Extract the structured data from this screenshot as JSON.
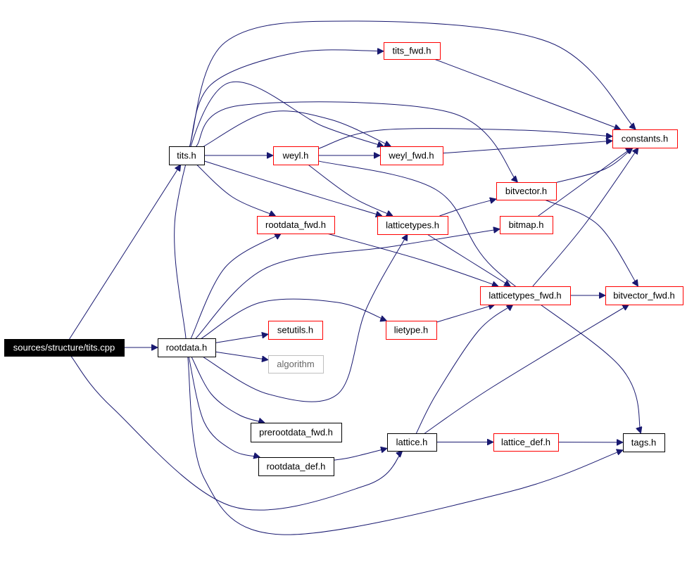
{
  "graph": {
    "nodes": {
      "tits_cpp": {
        "label": "sources/structure/tits.cpp",
        "style": "root"
      },
      "tits_h": {
        "label": "tits.h",
        "style": "black"
      },
      "rootdata_h": {
        "label": "rootdata.h",
        "style": "black"
      },
      "tits_fwd_h": {
        "label": "tits_fwd.h",
        "style": "red"
      },
      "weyl_h": {
        "label": "weyl.h",
        "style": "red"
      },
      "weyl_fwd_h": {
        "label": "weyl_fwd.h",
        "style": "red"
      },
      "constants_h": {
        "label": "constants.h",
        "style": "red"
      },
      "bitvector_h": {
        "label": "bitvector.h",
        "style": "red"
      },
      "rootdata_fwd_h": {
        "label": "rootdata_fwd.h",
        "style": "red"
      },
      "latticetypes_h": {
        "label": "latticetypes.h",
        "style": "red"
      },
      "bitmap_h": {
        "label": "bitmap.h",
        "style": "red"
      },
      "latticetypes_fwd_h": {
        "label": "latticetypes_fwd.h",
        "style": "red"
      },
      "bitvector_fwd_h": {
        "label": "bitvector_fwd.h",
        "style": "red"
      },
      "setutils_h": {
        "label": "setutils.h",
        "style": "red"
      },
      "lietype_h": {
        "label": "lietype.h",
        "style": "red"
      },
      "algorithm": {
        "label": "algorithm",
        "style": "gray"
      },
      "prerootdata_fwd_h": {
        "label": "prerootdata_fwd.h",
        "style": "black"
      },
      "rootdata_def_h": {
        "label": "rootdata_def.h",
        "style": "black"
      },
      "lattice_h": {
        "label": "lattice.h",
        "style": "black"
      },
      "lattice_def_h": {
        "label": "lattice_def.h",
        "style": "red"
      },
      "tags_h": {
        "label": "tags.h",
        "style": "black"
      }
    },
    "edges": [
      [
        "tits_cpp",
        "tits_h"
      ],
      [
        "tits_cpp",
        "rootdata_h"
      ],
      [
        "tits_cpp",
        "lattice_h"
      ],
      [
        "tits_h",
        "tits_fwd_h"
      ],
      [
        "tits_h",
        "constants_h"
      ],
      [
        "tits_h",
        "weyl_h"
      ],
      [
        "tits_h",
        "weyl_fwd_h"
      ],
      [
        "tits_h",
        "bitvector_h"
      ],
      [
        "tits_h",
        "rootdata_fwd_h"
      ],
      [
        "tits_h",
        "latticetypes_h"
      ],
      [
        "tits_fwd_h",
        "constants_h"
      ],
      [
        "weyl_h",
        "weyl_fwd_h"
      ],
      [
        "weyl_h",
        "constants_h"
      ],
      [
        "weyl_h",
        "latticetypes_h"
      ],
      [
        "weyl_h",
        "tags_h"
      ],
      [
        "weyl_fwd_h",
        "constants_h"
      ],
      [
        "bitvector_h",
        "bitvector_fwd_h"
      ],
      [
        "bitvector_h",
        "constants_h"
      ],
      [
        "latticetypes_h",
        "bitvector_h"
      ],
      [
        "latticetypes_h",
        "latticetypes_fwd_h"
      ],
      [
        "rootdata_fwd_h",
        "latticetypes_fwd_h"
      ],
      [
        "bitmap_h",
        "constants_h"
      ],
      [
        "latticetypes_fwd_h",
        "bitvector_fwd_h"
      ],
      [
        "latticetypes_fwd_h",
        "constants_h"
      ],
      [
        "lietype_h",
        "latticetypes_fwd_h"
      ],
      [
        "rootdata_h",
        "rootdata_fwd_h"
      ],
      [
        "rootdata_h",
        "weyl_fwd_h"
      ],
      [
        "rootdata_h",
        "bitmap_h"
      ],
      [
        "rootdata_h",
        "lietype_h"
      ],
      [
        "rootdata_h",
        "setutils_h"
      ],
      [
        "rootdata_h",
        "algorithm"
      ],
      [
        "rootdata_h",
        "latticetypes_h"
      ],
      [
        "rootdata_h",
        "prerootdata_fwd_h"
      ],
      [
        "rootdata_h",
        "rootdata_def_h"
      ],
      [
        "rootdata_h",
        "tags_h"
      ],
      [
        "rootdata_def_h",
        "lattice_h"
      ],
      [
        "lattice_h",
        "latticetypes_fwd_h"
      ],
      [
        "lattice_h",
        "bitvector_fwd_h"
      ],
      [
        "lattice_h",
        "lattice_def_h"
      ],
      [
        "lattice_def_h",
        "tags_h"
      ]
    ]
  },
  "colors": {
    "edge": "#191970",
    "root_fill": "#000000",
    "root_text": "#ffffff",
    "black_border": "#000000",
    "red_border": "#ff0000",
    "gray_border": "#bfbfbf",
    "gray_text": "#666666",
    "text": "#000000"
  }
}
